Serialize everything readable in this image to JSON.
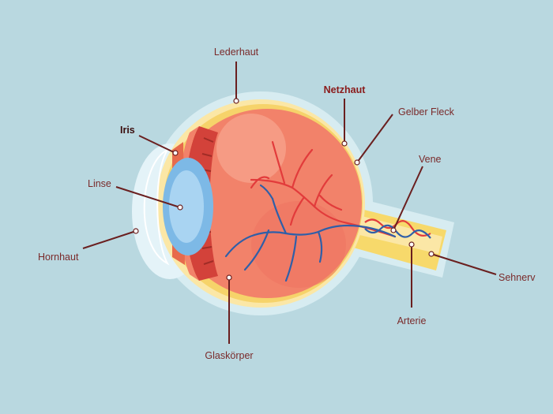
{
  "colors": {
    "background": "#b9d8e0",
    "outer_halo": "#d7ecf1",
    "sclera": "#fbe7a6",
    "retina_layer": "#f6d36a",
    "eyeball": "#f2826a",
    "eyeball_highlight": "#f7a088",
    "iris_band": "#d3423a",
    "cornea": "#e4f3f8",
    "lens_outer": "#7db9e6",
    "lens_inner": "#a9d4f2",
    "nerve": "#f7d96b",
    "artery": "#e23b3b",
    "vein": "#2f5fa8",
    "label_text": "#7a2a2a",
    "leader_line": "#6a1f1f"
  },
  "labels": {
    "lederhaut": "Lederhaut",
    "netzhaut": "Netzhaut",
    "gelber_fleck": "Gelber Fleck",
    "iris": "Iris",
    "vene": "Vene",
    "linse": "Linse",
    "hornhaut": "Hornhaut",
    "sehnerv": "Sehnerv",
    "arterie": "Arterie",
    "glaskoerper": "Glaskörper"
  }
}
